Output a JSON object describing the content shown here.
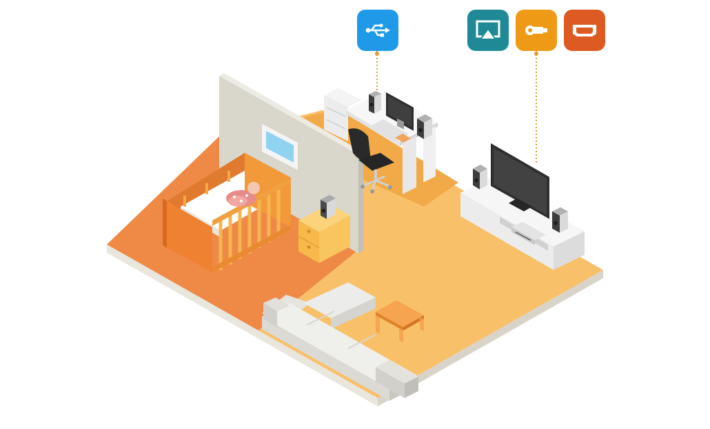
{
  "colors": {
    "usb": "#1f9ae8",
    "airplay": "#1f8a96",
    "dongle": "#ef9a16",
    "hdmi": "#dd5a22",
    "connector": "#e59a2c",
    "floor_living": "#f9c06a",
    "floor_nursery": "#ee8a46",
    "wall": "#d9d6cc"
  },
  "icons": [
    {
      "name": "usb-icon",
      "color_key": "usb"
    },
    {
      "name": "airplay-icon",
      "color_key": "airplay"
    },
    {
      "name": "hdmi-dongle-icon",
      "color_key": "dongle"
    },
    {
      "name": "hdmi-port-icon",
      "color_key": "hdmi"
    }
  ],
  "objects": [
    "crib",
    "baby",
    "nursery-speaker",
    "nightstand",
    "wall-window",
    "desk",
    "monitor",
    "keyboard",
    "desk-speaker-left",
    "desk-speaker-right",
    "office-chair",
    "tv",
    "tv-stand",
    "media-player",
    "tv-speaker-left",
    "tv-speaker-right",
    "sofa",
    "coffee-table"
  ]
}
